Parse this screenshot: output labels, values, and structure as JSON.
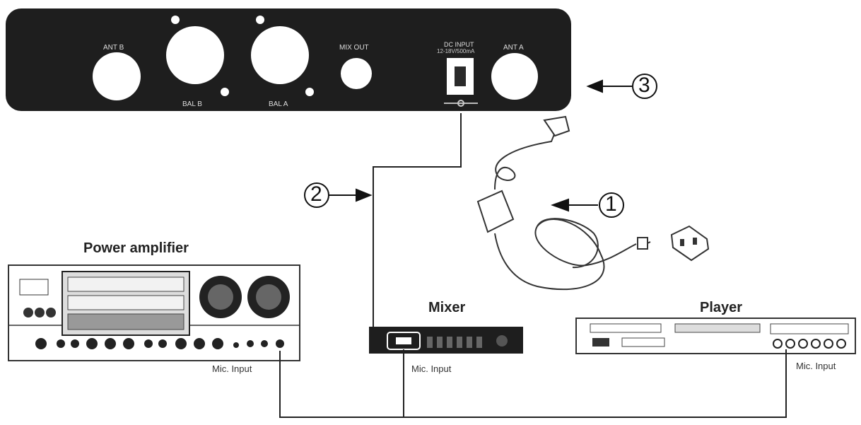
{
  "panel": {
    "jack_labels": [
      "ANT B",
      "BAL B",
      "BAL A",
      "MIX OUT",
      "DC INPUT",
      "ANT A"
    ],
    "dc_input_sub": "12-18V/500mA"
  },
  "devices": {
    "amplifier": "Power amplifier",
    "mixer": "Mixer",
    "player": "Player"
  },
  "inputs": {
    "amplifier": "Mic. Input",
    "mixer": "Mic. Input",
    "player": "Mic. Input"
  },
  "callouts": {
    "one": "1",
    "two": "2",
    "three": "3"
  }
}
